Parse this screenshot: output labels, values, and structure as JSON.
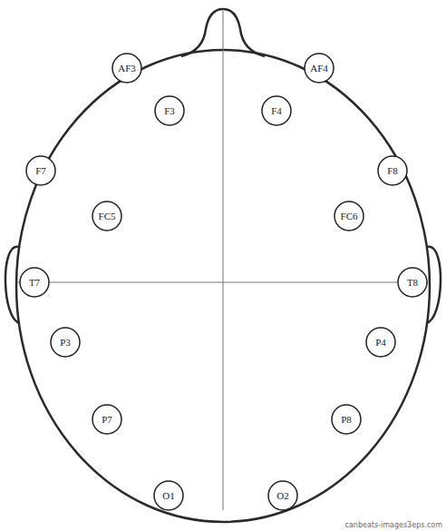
{
  "diagram": {
    "nodes": [
      {
        "text": [
          "AF3"
        ]
      },
      {
        "text": [
          "AF4"
        ]
      },
      {
        "text": [
          "F7"
        ]
      },
      {
        "text": [
          "F3"
        ]
      },
      {
        "text": [
          "F4"
        ]
      },
      {
        "text": [
          "F8"
        ]
      },
      {
        "text": [
          "FC5"
        ]
      },
      {
        "text": [
          "FC6"
        ]
      },
      {
        "text": [
          "T7"
        ]
      },
      {
        "text": [
          "T8"
        ]
      },
      {
        "text": [
          "P3"
        ]
      },
      {
        "text": [
          "P4"
        ]
      },
      {
        "text": [
          "P7"
        ]
      },
      {
        "text": [
          "P8"
        ]
      },
      {
        "text": [
          "O1"
        ]
      },
      {
        "text": [
          "O2"
        ]
      }
    ],
    "labels": [
      "canbeats-images3eps.com"
    ]
  }
}
